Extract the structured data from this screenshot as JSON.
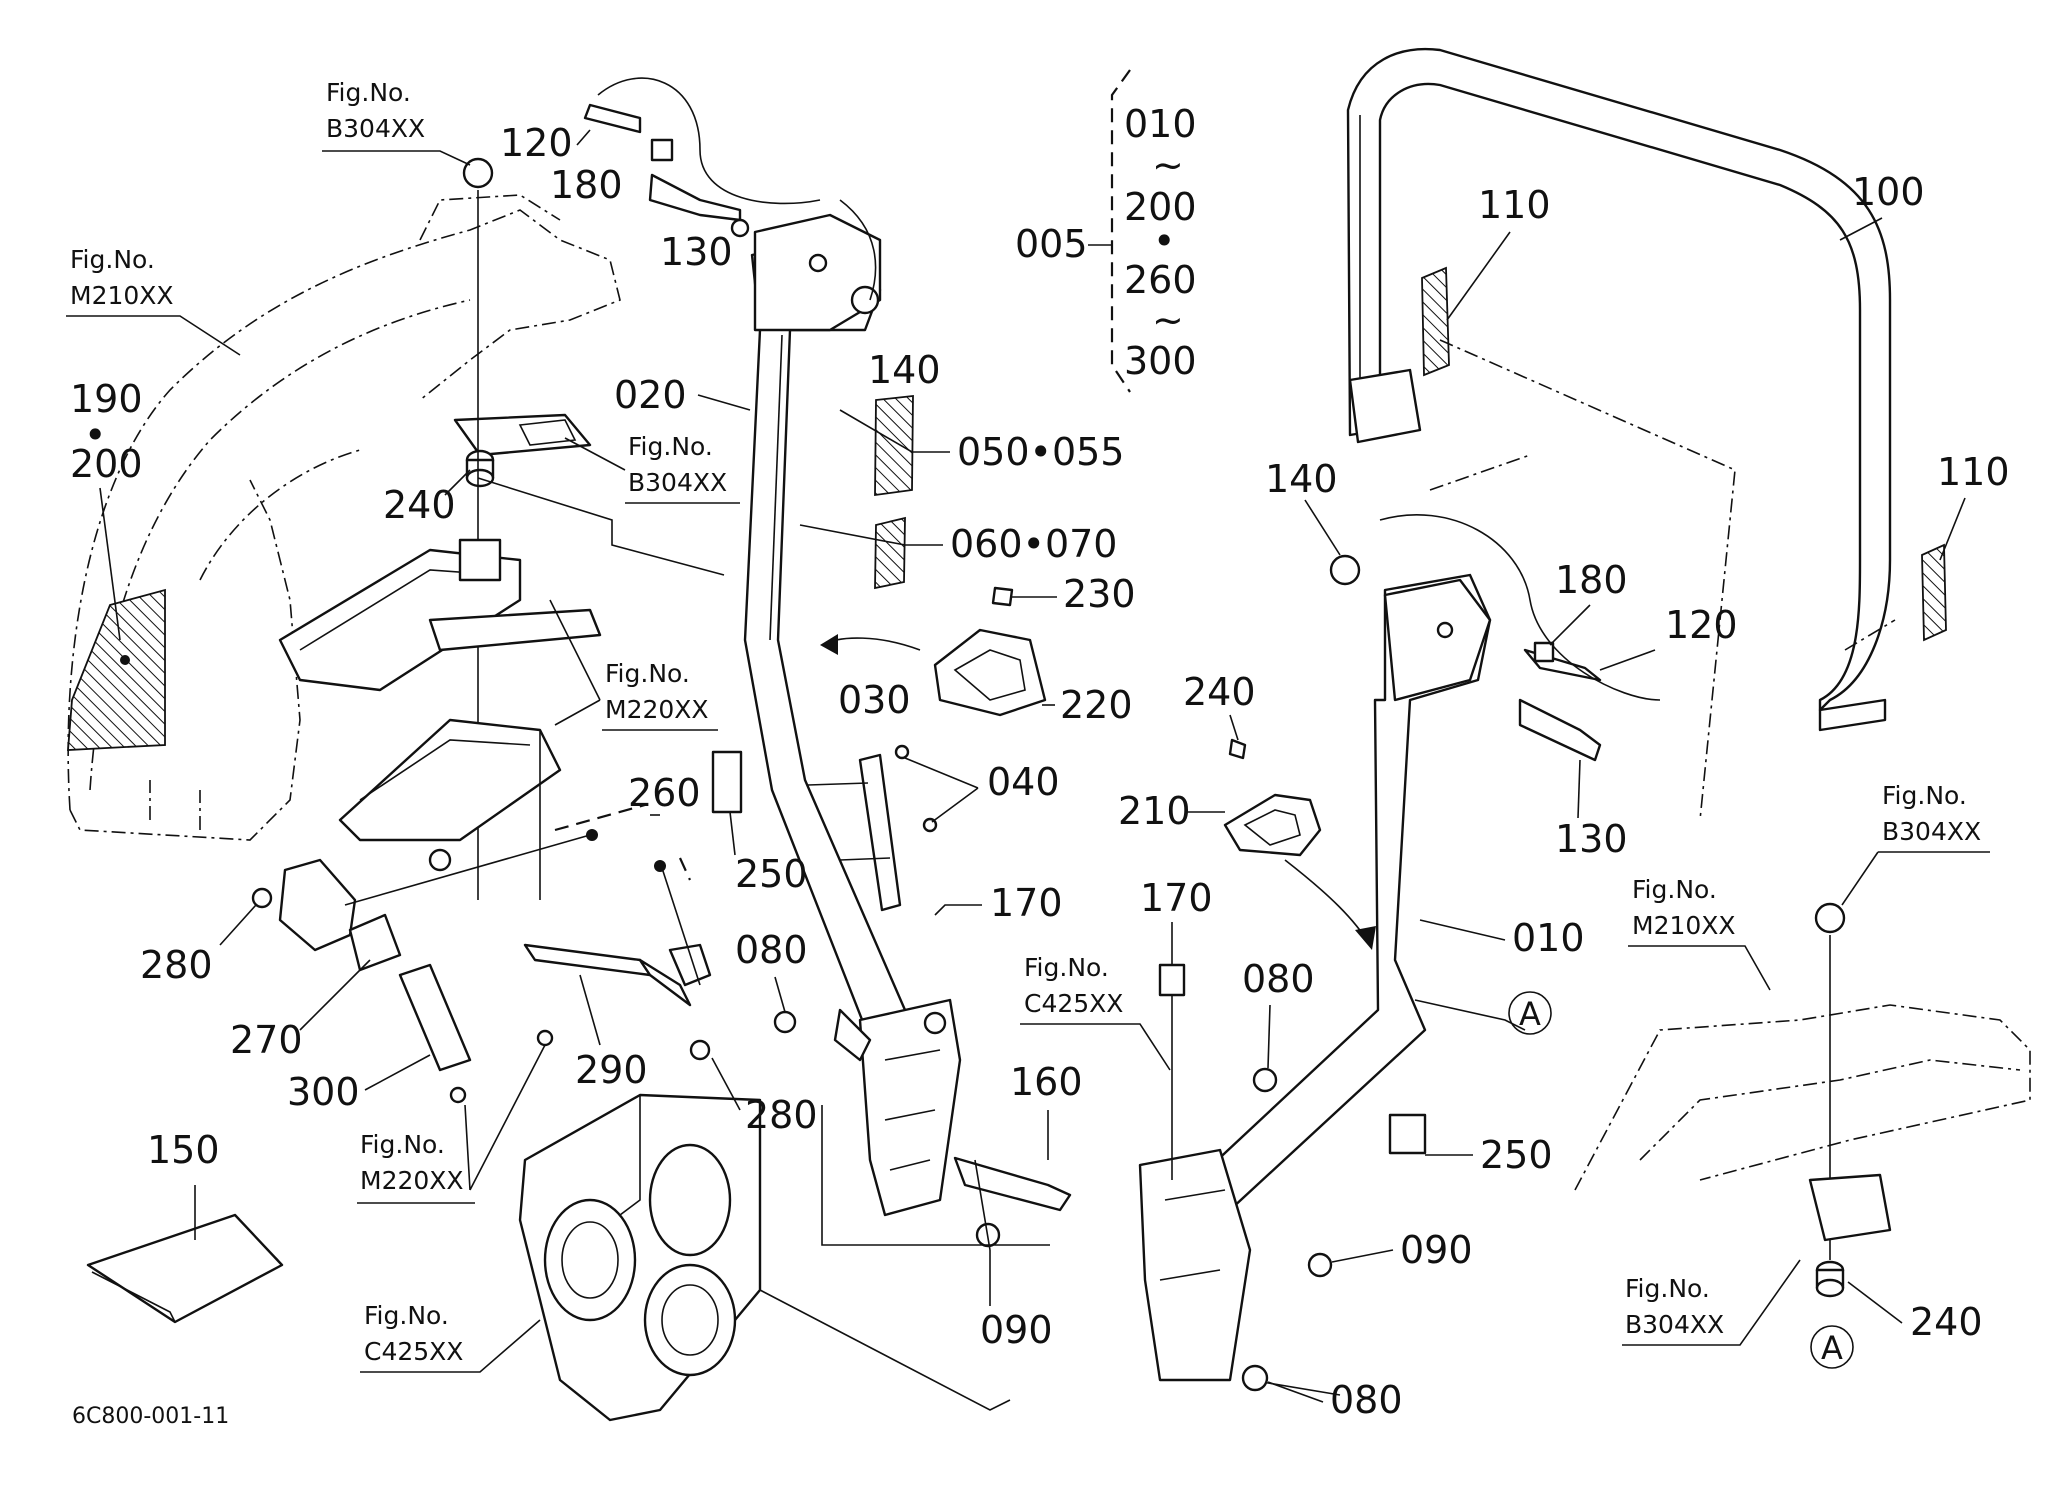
{
  "drawing_number": "6C800-001-11",
  "fig_ref": {
    "label": "Fig.No.",
    "b304": "B304XX",
    "m210": "M210XX",
    "m220": "M220XX",
    "c425": "C425XX"
  },
  "range_note": {
    "ref_no": "005",
    "range_a_start": "010",
    "tilde": "~",
    "range_a_end": "200",
    "dot": "•",
    "range_b_start": "260",
    "range_b_end": "300"
  },
  "section_marker": "A",
  "callouts": {
    "c010": "010",
    "c020": "020",
    "c030": "030",
    "c040": "040",
    "c050": "050•055",
    "c060": "060•070",
    "c080": "080",
    "c090": "090",
    "c100": "100",
    "c110": "110",
    "c120": "120",
    "c130": "130",
    "c140": "140",
    "c150": "150",
    "c160": "160",
    "c170": "170",
    "c180": "180",
    "c190": "190",
    "c200": "200",
    "c210": "210",
    "c220": "220",
    "c230": "230",
    "c240": "240",
    "c250": "250",
    "c260": "260",
    "c270": "270",
    "c280": "280",
    "c290": "290",
    "c300": "300"
  }
}
